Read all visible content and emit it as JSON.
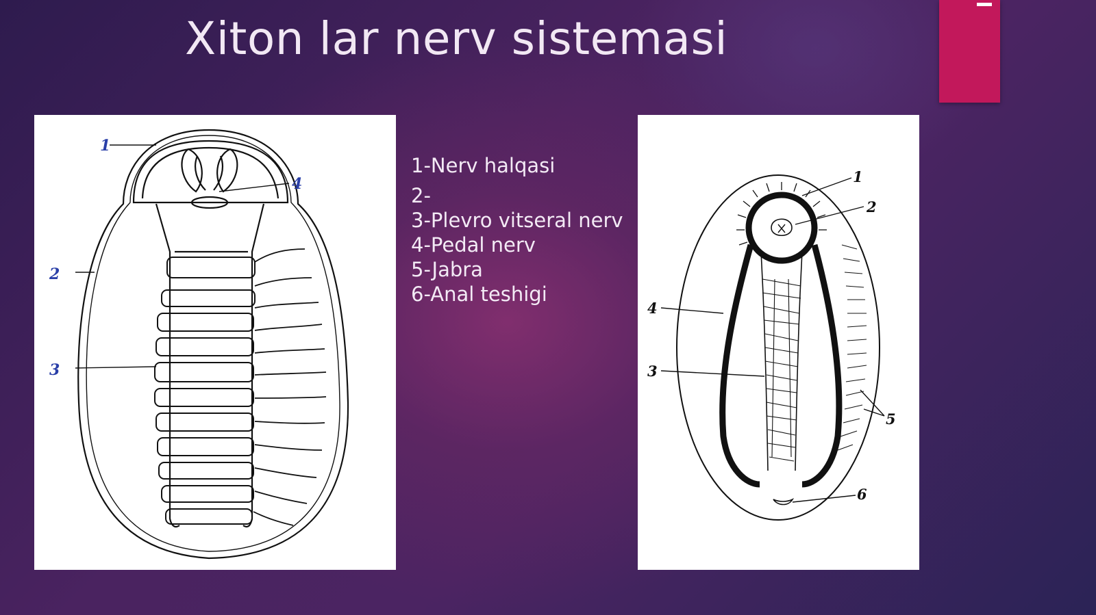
{
  "slide": {
    "title": "Xiton lar nerv sistemasi",
    "accent_color": "#c2185b"
  },
  "legend": {
    "items": [
      "1-Nerv halqasi",
      "2-",
      "3-Plevro vitseral nerv",
      "4-Pedal nerv",
      "5-Jabra",
      "6-Anal teshigi"
    ]
  },
  "left_figure": {
    "labels": [
      "1",
      "2",
      "3",
      "4"
    ]
  },
  "right_figure": {
    "labels": [
      "1",
      "2",
      "3",
      "4",
      "5",
      "6"
    ]
  }
}
